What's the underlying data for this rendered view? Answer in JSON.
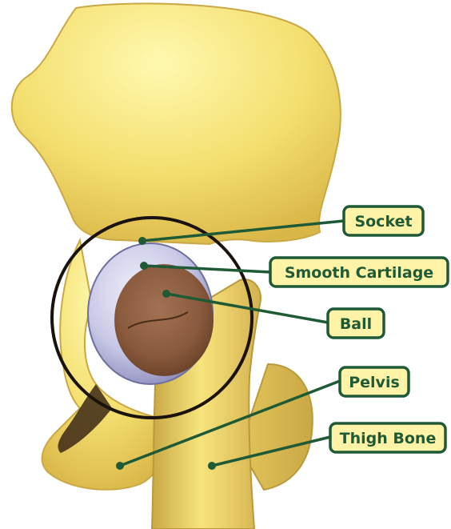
{
  "diagram": {
    "labels": [
      {
        "id": "socket",
        "text": "Socket"
      },
      {
        "id": "smooth-cartilage",
        "text": "Smooth Cartilage"
      },
      {
        "id": "ball",
        "text": "Ball"
      },
      {
        "id": "pelvis",
        "text": "Pelvis"
      },
      {
        "id": "thigh-bone",
        "text": "Thigh Bone"
      }
    ],
    "colors": {
      "bone": "#f3dd6a",
      "bone_highlight": "#fff6a8",
      "bone_shadow": "#b99a3a",
      "cartilage": "#c8c8e6",
      "ball": "#8a5a3c",
      "label_fill": "#fff3a8",
      "label_border": "#1f5a36",
      "circle": "#1a120c"
    }
  }
}
